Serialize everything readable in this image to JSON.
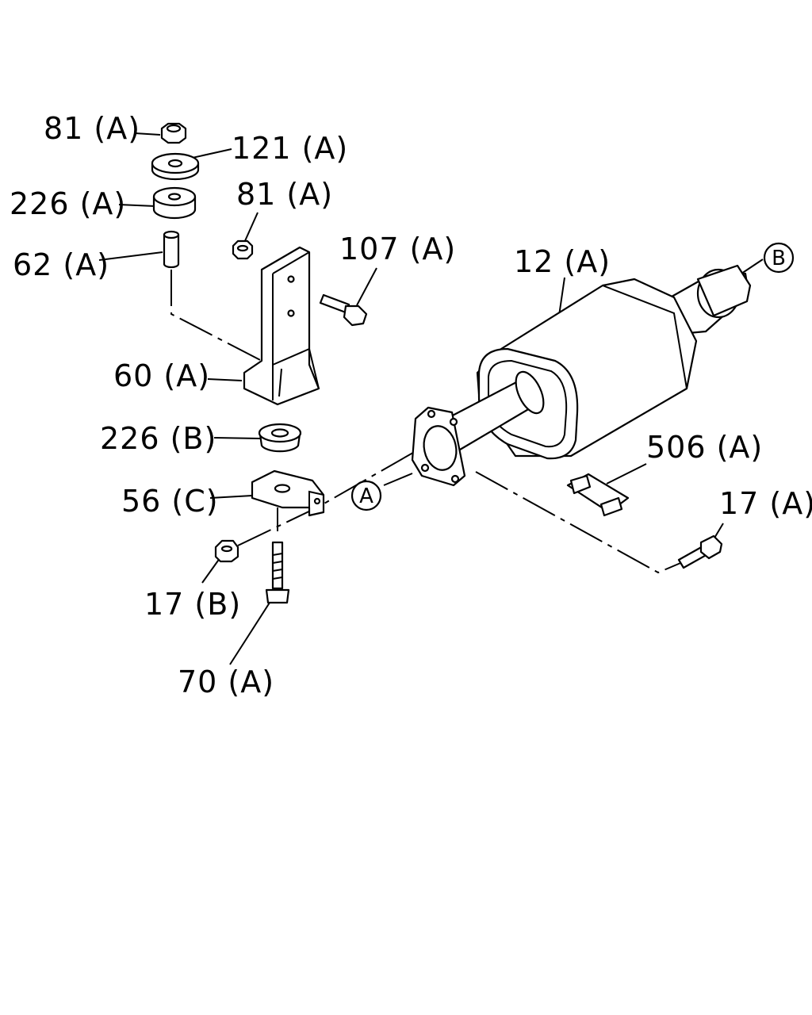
{
  "parts": [
    {
      "id": "nut-81a-top",
      "label": "81 (A)"
    },
    {
      "id": "washer-121a",
      "label": "121 (A)"
    },
    {
      "id": "rubber-226a",
      "label": "226 (A)"
    },
    {
      "id": "nut-81a-mid",
      "label": "81 (A)"
    },
    {
      "id": "collar-62a",
      "label": "62 (A)"
    },
    {
      "id": "bolt-107a",
      "label": "107 (A)"
    },
    {
      "id": "muffler-12a",
      "label": "12 (A)"
    },
    {
      "id": "bracket-60a",
      "label": "60 (A)"
    },
    {
      "id": "rubber-226b",
      "label": "226 (B)"
    },
    {
      "id": "stud-506a",
      "label": "506 (A)"
    },
    {
      "id": "bracket-56c",
      "label": "56 (C)"
    },
    {
      "id": "bolt-17a",
      "label": "17 (A)"
    },
    {
      "id": "nut-17b",
      "label": "17 (B)"
    },
    {
      "id": "bolt-70a",
      "label": "70 (A)"
    }
  ],
  "refs": {
    "a": "A",
    "b": "B"
  }
}
